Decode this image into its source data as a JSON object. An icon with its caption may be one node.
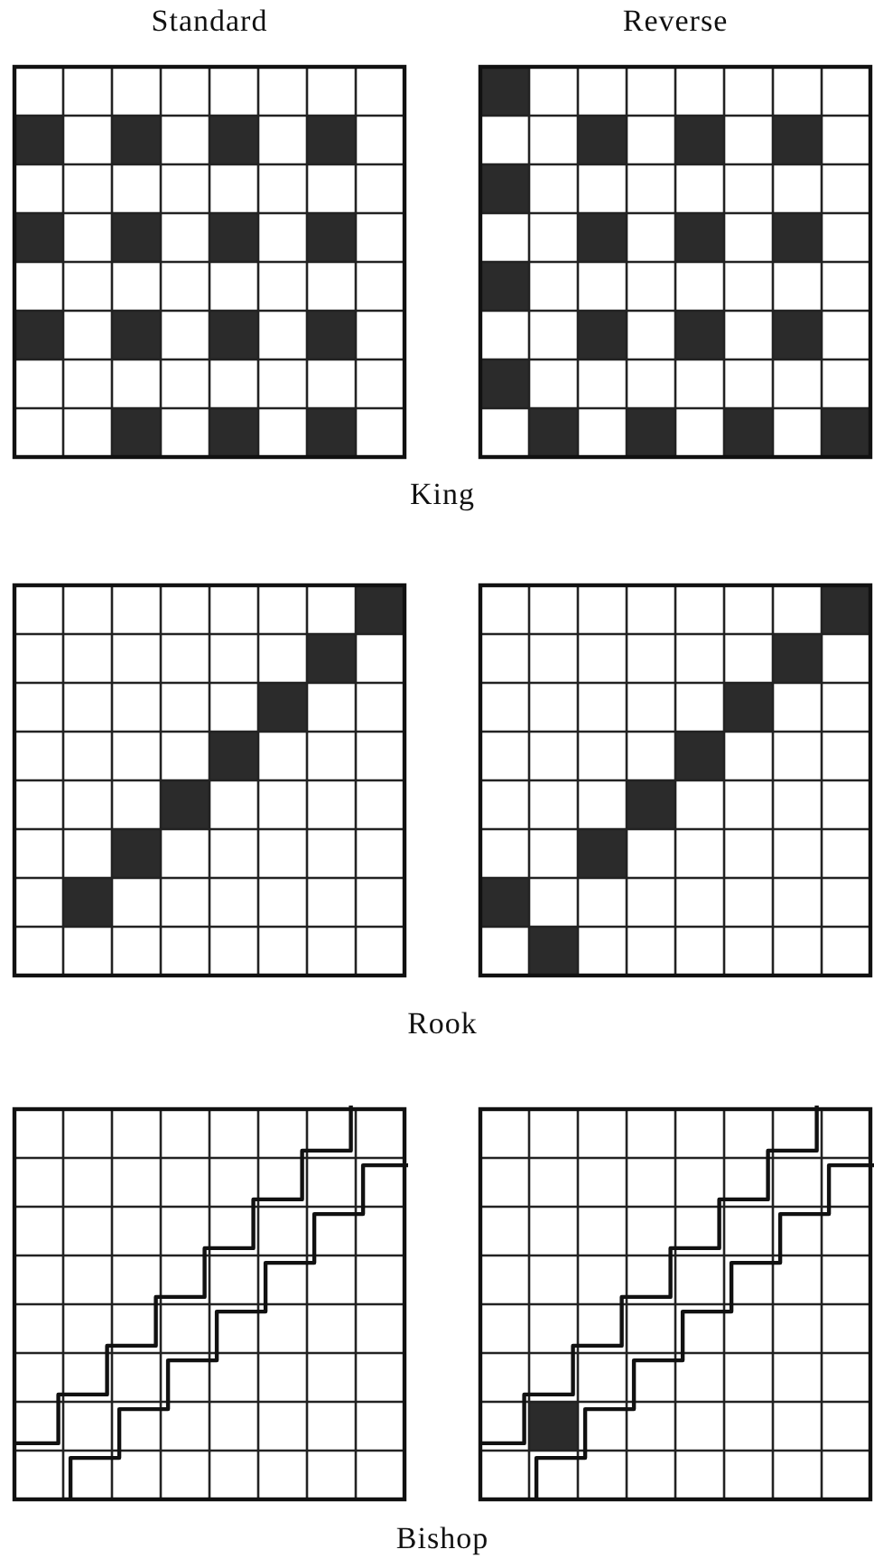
{
  "diagram": {
    "labels": [
      "Standard",
      "Reverse",
      "King",
      "Rook",
      "Bishop"
    ]
  }
}
